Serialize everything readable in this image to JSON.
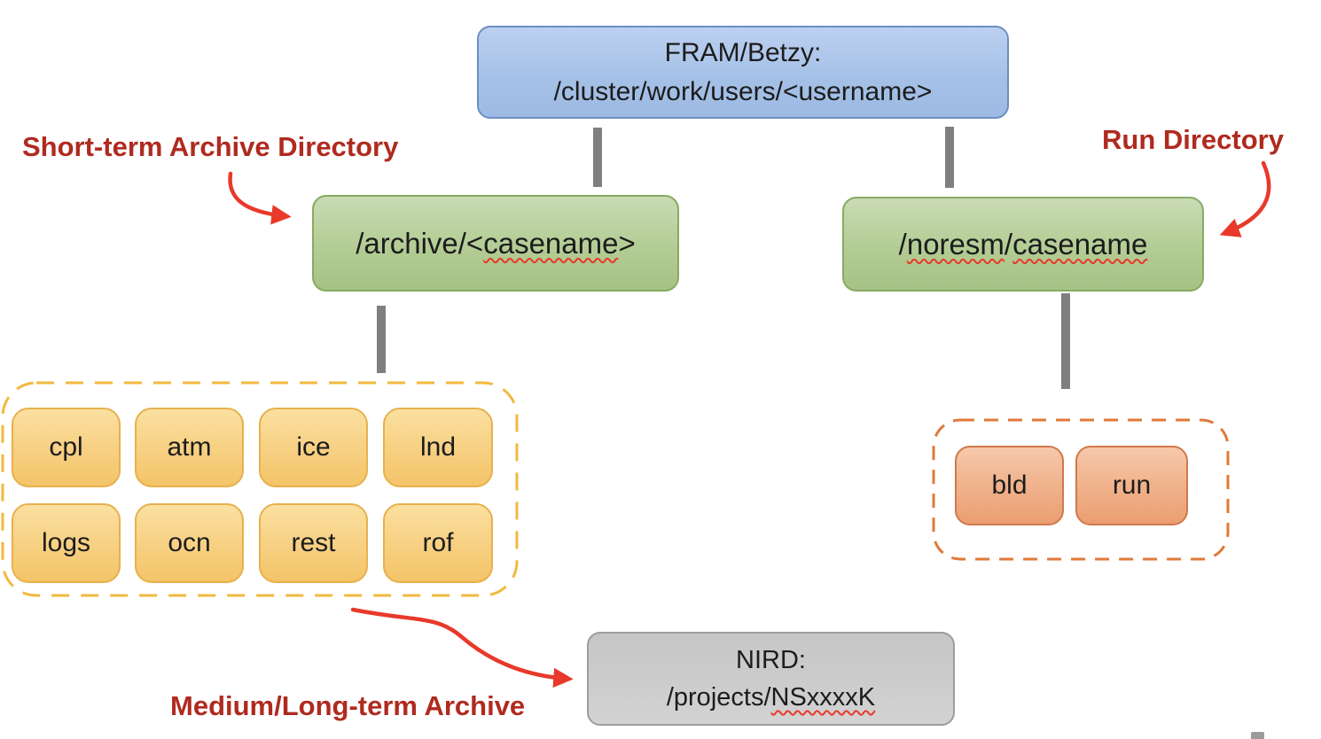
{
  "colors": {
    "arrow": "#E8392B",
    "label_red": "#B02A1F",
    "connector_gray": "#7F7F7F",
    "archive_group_border": "#F2B93F",
    "run_group_border": "#E0793A",
    "blue_fill": "#A6C1E7",
    "green_fill": "#B3CC94",
    "yellow_fill": "#F7D184",
    "orange_fill": "#F0B28C",
    "gray_fill": "#CCCCCC"
  },
  "root_node": {
    "line1": "FRAM/Betzy:",
    "line2": "/cluster/work/users/<username>"
  },
  "archive_node": {
    "pre": "/archive/<",
    "wavy": "casename",
    "post": ">"
  },
  "run_node": {
    "slash1": "/",
    "wavy1": "noresm",
    "slash2": "/",
    "wavy2": "casename"
  },
  "nird_node": {
    "line1": "NIRD:",
    "line2_pre": "/projects/",
    "line2_wavy": "NSxxxxK"
  },
  "labels": {
    "short_term": "Short-term Archive Directory",
    "run_directory": "Run Directory",
    "medium_long": "Medium/Long-term Archive"
  },
  "archive_children": [
    "cpl",
    "atm",
    "ice",
    "lnd",
    "logs",
    "ocn",
    "rest",
    "rof"
  ],
  "run_children": [
    "bld",
    "run"
  ]
}
